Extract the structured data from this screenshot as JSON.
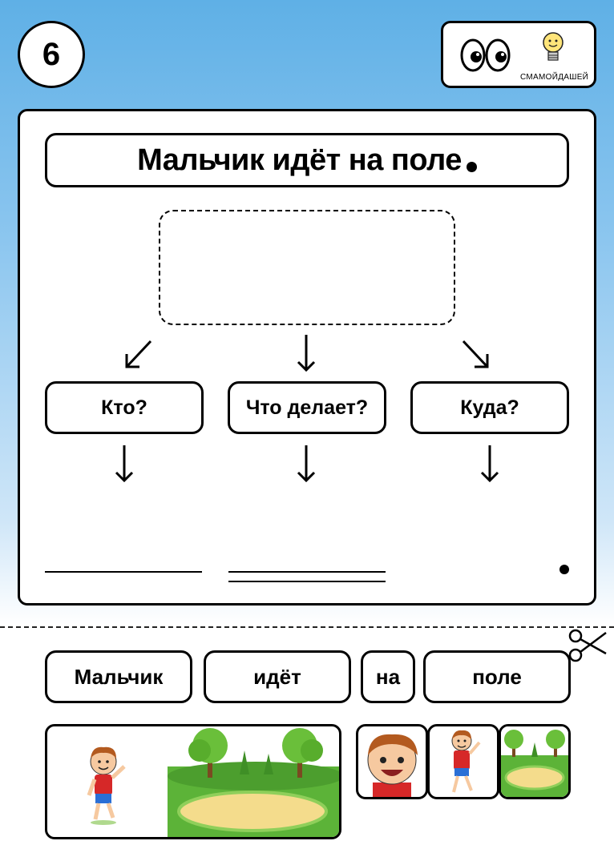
{
  "card_number": "6",
  "logo": {
    "text": "СМАМОЙДАШЕЙ",
    "icons": [
      "eyes-icon",
      "lightbulb-icon"
    ]
  },
  "sentence": "Мальчик идёт на поле",
  "questions": [
    "Кто?",
    "Что делает?",
    "Куда?"
  ],
  "word_cards": [
    "Мальчик",
    "идёт",
    "на",
    "поле"
  ],
  "icons": {
    "arrow_down_left": "arrow-down-left-icon",
    "arrow_down": "arrow-down-icon",
    "arrow_down_right": "arrow-down-right-icon",
    "scissors": "scissors-icon"
  },
  "colors": {
    "background_top": "#5fb0e6",
    "panel": "#ffffff",
    "outline": "#000000"
  }
}
